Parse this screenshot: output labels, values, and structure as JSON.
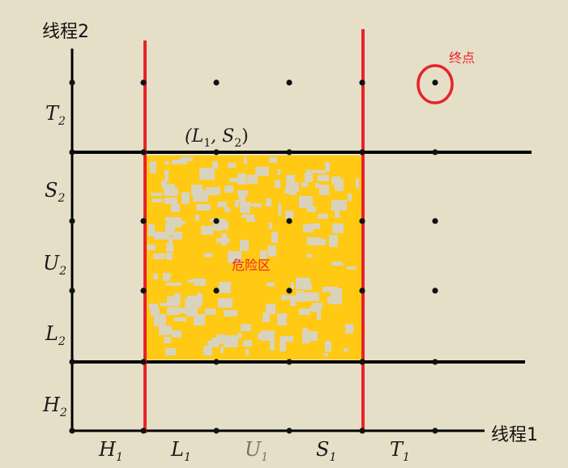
{
  "axes": {
    "y_title": "线程2",
    "x_title": "线程1",
    "x_ticks": [
      {
        "main": "H",
        "sub": "1"
      },
      {
        "main": "L",
        "sub": "1"
      },
      {
        "main": "U",
        "sub": "1"
      },
      {
        "main": "S",
        "sub": "1"
      },
      {
        "main": "T",
        "sub": "1"
      }
    ],
    "y_ticks": [
      {
        "main": "H",
        "sub": "2"
      },
      {
        "main": "L",
        "sub": "2"
      },
      {
        "main": "U",
        "sub": "2"
      },
      {
        "main": "S",
        "sub": "2"
      },
      {
        "main": "T",
        "sub": "2"
      }
    ]
  },
  "annotations": {
    "point_label": "(L1, S2)",
    "point_label_main1": "(L",
    "point_label_sub1": "1",
    "point_label_mid": ", S",
    "point_label_sub2": "2",
    "point_label_end": ")",
    "endpoint_label": "终点",
    "danger_label": "危险区"
  },
  "colors": {
    "background": "#e6dfc8",
    "danger_zone": "#ffc914",
    "highlight_red": "#e8232a",
    "grid_line": "#000000",
    "dot": "#111111"
  }
}
